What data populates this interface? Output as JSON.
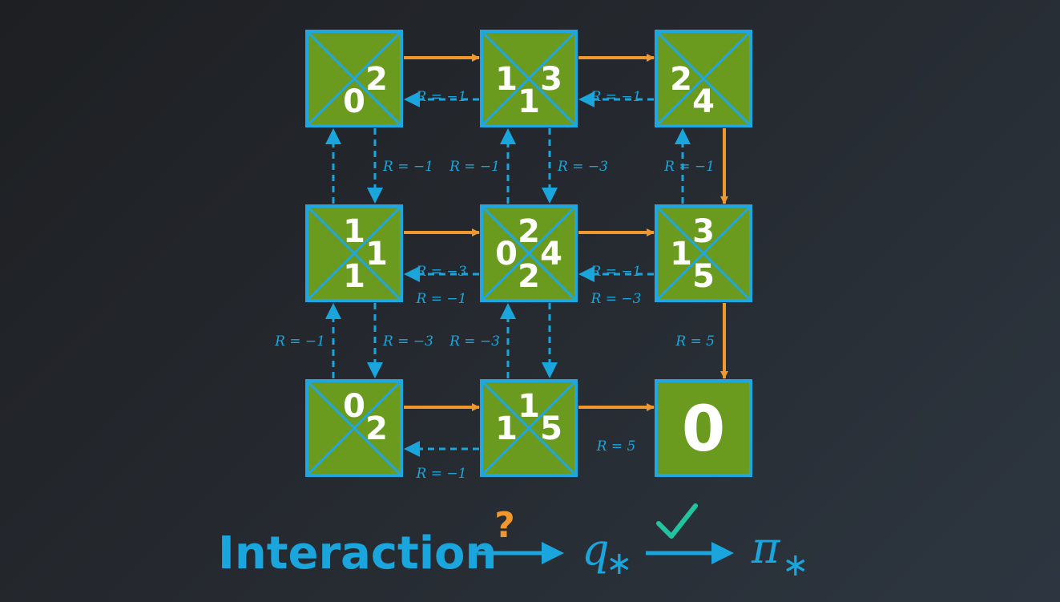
{
  "colors": {
    "cell_fill": "#6a9a1e",
    "cell_border": "#20a7e0",
    "optimal_arrow": "#f0972e",
    "other_arrow": "#1aa6dc",
    "reward_text": "#1aa6dc",
    "check": "#22c4a0",
    "text": "#ffffff"
  },
  "grid": {
    "cells": [
      {
        "id": "cell-0-0",
        "row": 0,
        "col": 0,
        "terminal": false,
        "values": {
          "up": "",
          "right": "2",
          "down": "0",
          "left": ""
        }
      },
      {
        "id": "cell-0-1",
        "row": 0,
        "col": 1,
        "terminal": false,
        "values": {
          "up": "",
          "right": "3",
          "down": "1",
          "left": "1"
        }
      },
      {
        "id": "cell-0-2",
        "row": 0,
        "col": 2,
        "terminal": false,
        "values": {
          "up": "",
          "right": "",
          "down": "4",
          "left": "2"
        }
      },
      {
        "id": "cell-1-0",
        "row": 1,
        "col": 0,
        "terminal": false,
        "values": {
          "up": "1",
          "right": "1",
          "down": "1",
          "left": ""
        }
      },
      {
        "id": "cell-1-1",
        "row": 1,
        "col": 1,
        "terminal": false,
        "values": {
          "up": "2",
          "right": "4",
          "down": "2",
          "left": "0"
        }
      },
      {
        "id": "cell-1-2",
        "row": 1,
        "col": 2,
        "terminal": false,
        "values": {
          "up": "3",
          "right": "",
          "down": "5",
          "left": "1"
        }
      },
      {
        "id": "cell-2-0",
        "row": 2,
        "col": 0,
        "terminal": false,
        "values": {
          "up": "0",
          "right": "2",
          "down": "",
          "left": ""
        }
      },
      {
        "id": "cell-2-1",
        "row": 2,
        "col": 1,
        "terminal": false,
        "values": {
          "up": "1",
          "right": "5",
          "down": "",
          "left": "1"
        }
      },
      {
        "id": "cell-2-2",
        "row": 2,
        "col": 2,
        "terminal": true,
        "value": "0"
      }
    ],
    "transitions": [
      {
        "from": [
          0,
          0
        ],
        "to": [
          0,
          1
        ],
        "optimal": true,
        "reward": "R = −1"
      },
      {
        "from": [
          0,
          1
        ],
        "to": [
          0,
          0
        ],
        "optimal": false,
        "reward": ""
      },
      {
        "from": [
          0,
          1
        ],
        "to": [
          0,
          2
        ],
        "optimal": true,
        "reward": "R = −1"
      },
      {
        "from": [
          0,
          2
        ],
        "to": [
          0,
          1
        ],
        "optimal": false,
        "reward": ""
      },
      {
        "from": [
          0,
          0
        ],
        "to": [
          1,
          0
        ],
        "optimal": false,
        "reward": "R = −1"
      },
      {
        "from": [
          1,
          0
        ],
        "to": [
          0,
          0
        ],
        "optimal": false,
        "reward": ""
      },
      {
        "from": [
          0,
          1
        ],
        "to": [
          1,
          1
        ],
        "optimal": false,
        "reward": "R = −3"
      },
      {
        "from": [
          1,
          1
        ],
        "to": [
          0,
          1
        ],
        "optimal": false,
        "reward": "R = −1"
      },
      {
        "from": [
          0,
          2
        ],
        "to": [
          1,
          2
        ],
        "optimal": true,
        "reward": "R = −1"
      },
      {
        "from": [
          1,
          2
        ],
        "to": [
          0,
          2
        ],
        "optimal": false,
        "reward": ""
      },
      {
        "from": [
          1,
          0
        ],
        "to": [
          1,
          1
        ],
        "optimal": true,
        "reward": "R = −3"
      },
      {
        "from": [
          1,
          1
        ],
        "to": [
          1,
          0
        ],
        "optimal": false,
        "reward": "R = −1"
      },
      {
        "from": [
          1,
          1
        ],
        "to": [
          1,
          2
        ],
        "optimal": true,
        "reward": "R = −1"
      },
      {
        "from": [
          1,
          2
        ],
        "to": [
          1,
          1
        ],
        "optimal": false,
        "reward": "R = −3"
      },
      {
        "from": [
          1,
          0
        ],
        "to": [
          2,
          0
        ],
        "optimal": false,
        "reward": "R = −3"
      },
      {
        "from": [
          2,
          0
        ],
        "to": [
          1,
          0
        ],
        "optimal": false,
        "reward": "R = −1"
      },
      {
        "from": [
          1,
          1
        ],
        "to": [
          2,
          1
        ],
        "optimal": false,
        "reward": ""
      },
      {
        "from": [
          2,
          1
        ],
        "to": [
          1,
          1
        ],
        "optimal": false,
        "reward": "R = −3"
      },
      {
        "from": [
          1,
          2
        ],
        "to": [
          2,
          2
        ],
        "optimal": true,
        "reward": "R = 5"
      },
      {
        "from": [
          2,
          0
        ],
        "to": [
          2,
          1
        ],
        "optimal": true,
        "reward": ""
      },
      {
        "from": [
          2,
          1
        ],
        "to": [
          2,
          0
        ],
        "optimal": false,
        "reward": "R = −1"
      },
      {
        "from": [
          2,
          1
        ],
        "to": [
          2,
          2
        ],
        "optimal": true,
        "reward": "R = 5"
      }
    ]
  },
  "formula": {
    "start": "Interaction",
    "first_arrow_mark": "?",
    "middle": "q",
    "middle_sub": "∗",
    "second_arrow_mark": "check-icon",
    "end": "π",
    "end_sub": "∗"
  }
}
